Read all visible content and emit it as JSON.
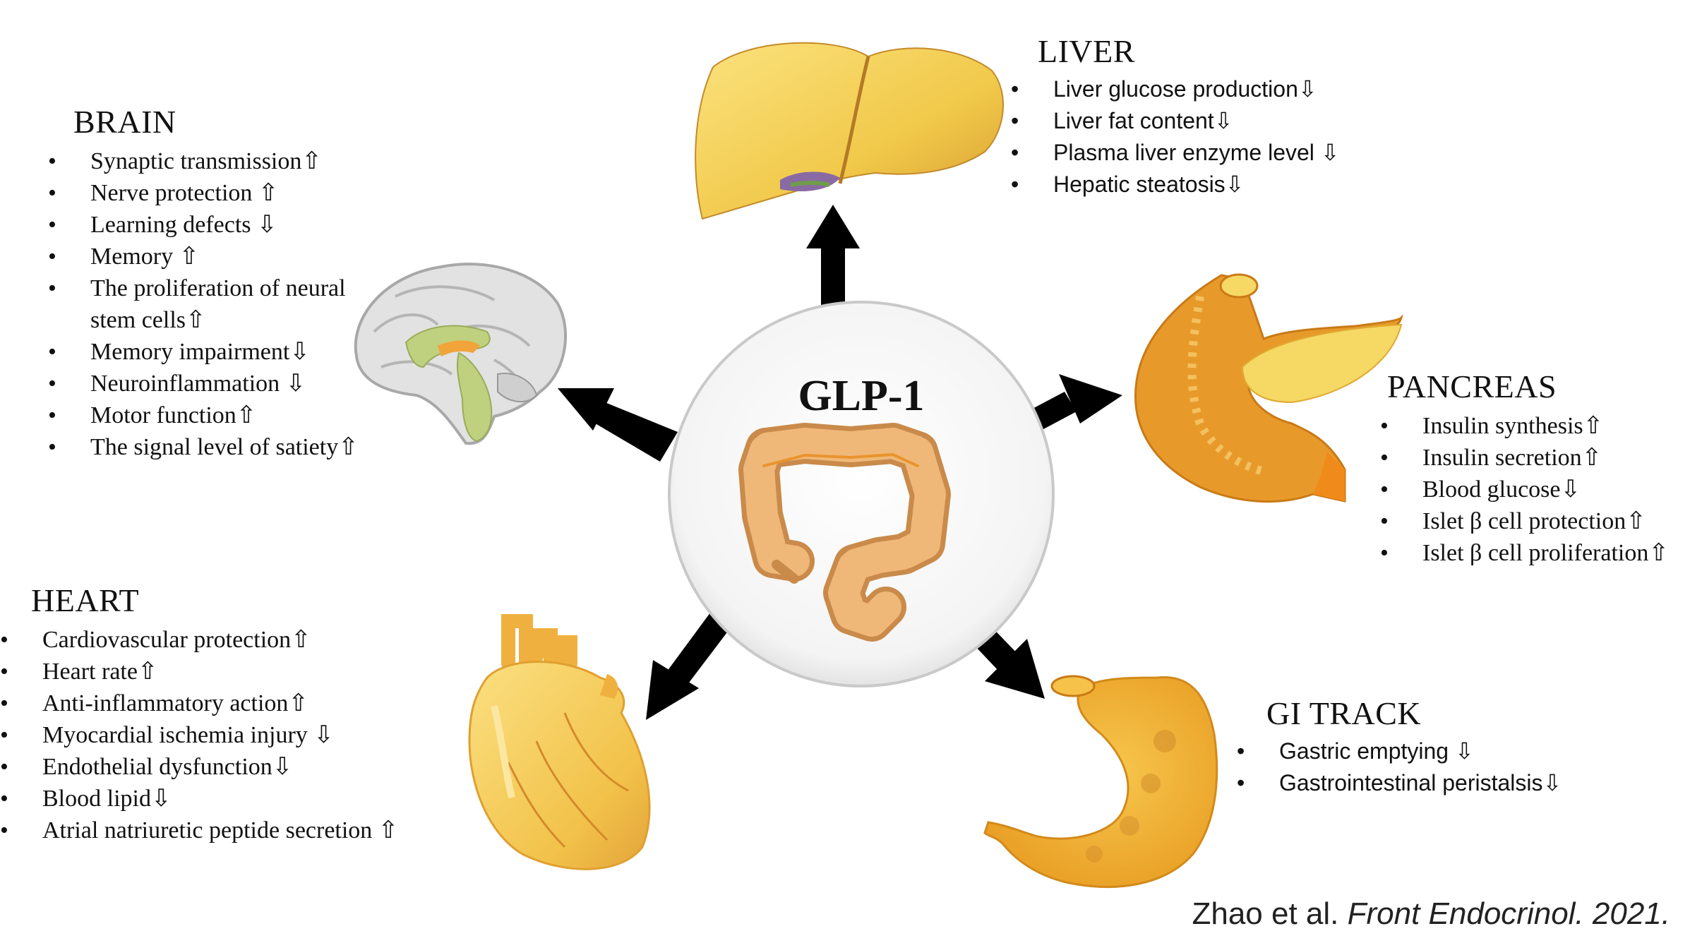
{
  "center": {
    "label": "GLP-1"
  },
  "brain": {
    "heading": "BRAIN",
    "items": [
      "Synaptic transmission⇧",
      "Nerve protection ⇧",
      "Learning defects ⇩",
      "Memory ⇧",
      "The proliferation of neural stem cells⇧",
      "Memory impairment⇩",
      "Neuroinflammation ⇩",
      "Motor function⇧",
      "The signal level of satiety⇧"
    ]
  },
  "liver": {
    "heading": "LIVER",
    "items": [
      "Liver glucose production⇩",
      "Liver fat content⇩",
      "Plasma liver enzyme level ⇩",
      "Hepatic steatosis⇩"
    ]
  },
  "pancreas": {
    "heading": "PANCREAS",
    "items": [
      "Insulin synthesis⇧",
      "Insulin secretion⇧",
      "Blood glucose⇩",
      "Islet β cell protection⇧",
      "Islet β cell proliferation⇧"
    ]
  },
  "heart": {
    "heading": "HEART",
    "items": [
      "Cardiovascular protection⇧",
      "Heart rate⇧",
      "Anti-inflammatory action⇧",
      "Myocardial ischemia injury ⇩",
      "Endothelial dysfunction⇩",
      "Blood lipid⇩",
      "Atrial natriuretic peptide secretion ⇧"
    ]
  },
  "gi": {
    "heading": "GI TRACK",
    "items": [
      "Gastric emptying ⇩",
      "Gastrointestinal peristalsis⇩"
    ]
  },
  "citation": {
    "authors": "Zhao et al.",
    "journal": "Front Endocrinol. 2021."
  },
  "colors": {
    "arrow": "#000000",
    "organ_yellow": "#f6d35a",
    "organ_orange": "#e98a2a",
    "brain_gray": "#d9d9d9",
    "brain_green": "#b9c97a",
    "circle_edge": "#bdbdbd"
  },
  "icons": [
    "liver-icon",
    "brain-icon",
    "pancreas-icon",
    "heart-icon",
    "stomach-icon",
    "colon-icon"
  ]
}
